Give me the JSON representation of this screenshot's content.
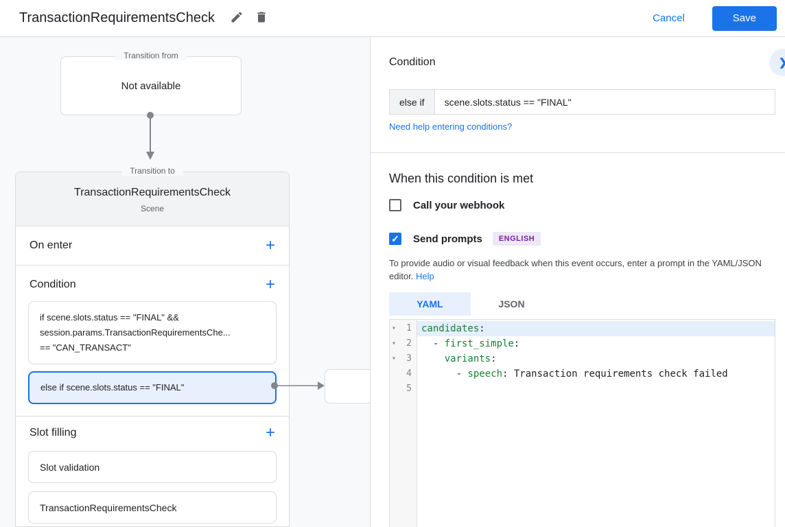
{
  "header": {
    "title": "TransactionRequirementsCheck",
    "cancel_label": "Cancel",
    "save_label": "Save"
  },
  "canvas": {
    "transition_from": {
      "legend": "Transition from",
      "text": "Not available"
    },
    "scene_card": {
      "legend": "Transition to",
      "title": "TransactionRequirementsCheck",
      "subtitle": "Scene",
      "on_enter_label": "On enter",
      "condition_label": "Condition",
      "slot_filling_label": "Slot filling",
      "condition_1": {
        "line1": "if scene.slots.status == \"FINAL\" &&",
        "line2": "session.params.TransactionRequirementsChe...",
        "line3": "== \"CAN_TRANSACT\""
      },
      "condition_2": "else if scene.slots.status == \"FINAL\"",
      "slot_1": "Slot validation",
      "slot_2": "TransactionRequirementsCheck"
    }
  },
  "panel": {
    "condition": {
      "heading": "Condition",
      "prefix": "else if",
      "expression": "scene.slots.status == \"FINAL\"",
      "help_link": "Need help entering conditions?"
    },
    "when_met": {
      "heading": "When this condition is met",
      "webhook_label": "Call your webhook",
      "prompts_label": "Send prompts",
      "language_badge": "ENGLISH",
      "description": "To provide audio or visual feedback when this event occurs, enter a prompt in the YAML/JSON editor.",
      "help_label": "Help"
    },
    "tabs": {
      "yaml": "YAML",
      "json": "JSON"
    },
    "editor": {
      "lines": [
        {
          "num": "1",
          "key": "candidates",
          "post": ":"
        },
        {
          "num": "2",
          "pre": "  - ",
          "key": "first_simple",
          "post": ":"
        },
        {
          "num": "3",
          "pre": "    ",
          "key": "variants",
          "post": ":"
        },
        {
          "num": "4",
          "pre": "      - ",
          "key": "speech",
          "post": ": ",
          "text": "Transaction requirements check failed"
        },
        {
          "num": "5"
        }
      ]
    }
  },
  "icons": {
    "add": "+",
    "check": "✓",
    "chevron_right": "❯",
    "fold_caret": "▾"
  },
  "colors": {
    "accent_blue": "#1a73e8",
    "selected_fill": "#e8f0fe",
    "canvas_bg": "#f8f9fa",
    "card_header_bg": "#f1f3f4",
    "border_grey": "#dadce0",
    "yaml_key_green": "#188038",
    "badge_bg": "#ede7f6",
    "badge_text": "#7b1fa2",
    "active_line_bg": "#e3effb"
  }
}
